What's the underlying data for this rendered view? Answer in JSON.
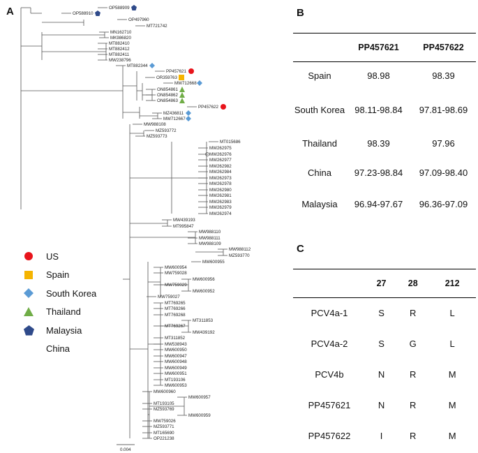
{
  "panels": {
    "a": "A",
    "b": "B",
    "c": "C"
  },
  "tree": {
    "scale_label": "0.004",
    "colors": {
      "US": "#e8141b",
      "Spain": "#f5b400",
      "South Korea": "#5b9bd5",
      "Thailand": "#70ad47",
      "Malaysia": "#2f4a8a"
    },
    "leaves": [
      {
        "name": "OP588909",
        "mark": "Malaysia"
      },
      {
        "name": "OP588910",
        "mark": "Malaysia"
      },
      {
        "name": "OP497960"
      },
      {
        "name": "MT721742"
      },
      {
        "name": "MN162710"
      },
      {
        "name": "MK986820"
      },
      {
        "name": "MT882410"
      },
      {
        "name": "MT882412"
      },
      {
        "name": "MT882411"
      },
      {
        "name": "MW238796"
      },
      {
        "name": "MT882344",
        "mark": "South Korea"
      },
      {
        "name": "PP457621",
        "mark": "US"
      },
      {
        "name": "OR359763",
        "mark": "Spain"
      },
      {
        "name": "MW712668",
        "mark": "South Korea"
      },
      {
        "name": "ON854861",
        "mark": "Thailand"
      },
      {
        "name": "ON854862",
        "mark": "Thailand"
      },
      {
        "name": "ON854863",
        "mark": "Thailand"
      },
      {
        "name": "PP457622",
        "mark": "US"
      },
      {
        "name": "MZ436811",
        "mark": "South Korea"
      },
      {
        "name": "MW712667",
        "mark": "South Korea"
      },
      {
        "name": "MW988108"
      },
      {
        "name": "MZ593772"
      },
      {
        "name": "MZ593773"
      },
      {
        "name": "MT015686"
      },
      {
        "name": "MW262975"
      },
      {
        "name": "MW262976"
      },
      {
        "name": "MW262977"
      },
      {
        "name": "MW262982"
      },
      {
        "name": "MW262984"
      },
      {
        "name": "MW262973"
      },
      {
        "name": "MW262978"
      },
      {
        "name": "MW262980"
      },
      {
        "name": "MW262981"
      },
      {
        "name": "MW262983"
      },
      {
        "name": "MW262979"
      },
      {
        "name": "MW262974"
      },
      {
        "name": "MW439193"
      },
      {
        "name": "MT995847"
      },
      {
        "name": "MW988110"
      },
      {
        "name": "MW988111"
      },
      {
        "name": "MW988109"
      },
      {
        "name": "MW988112"
      },
      {
        "name": "MZ593770"
      },
      {
        "name": "MW600955"
      },
      {
        "name": "MW600954"
      },
      {
        "name": "MW759028"
      },
      {
        "name": "MW600956"
      },
      {
        "name": "MW759029"
      },
      {
        "name": "MW600952"
      },
      {
        "name": "MW759027"
      },
      {
        "name": "MT769265"
      },
      {
        "name": "MT769266"
      },
      {
        "name": "MT769268"
      },
      {
        "name": "MT311853"
      },
      {
        "name": "MT769267"
      },
      {
        "name": "MW439192"
      },
      {
        "name": "MT311852"
      },
      {
        "name": "MW538943"
      },
      {
        "name": "MW600950"
      },
      {
        "name": "MW600947"
      },
      {
        "name": "MW600948"
      },
      {
        "name": "MW600949"
      },
      {
        "name": "MW600951"
      },
      {
        "name": "MT193106"
      },
      {
        "name": "MW600953"
      },
      {
        "name": "MW600960"
      },
      {
        "name": "MW600957"
      },
      {
        "name": "MT193105"
      },
      {
        "name": "MZ593769"
      },
      {
        "name": "MW600959"
      },
      {
        "name": "MW759026"
      },
      {
        "name": "MZ593771"
      },
      {
        "name": "MT165690"
      },
      {
        "name": "OP221238"
      }
    ]
  },
  "legend": [
    {
      "label": "US",
      "shape": "circle",
      "color": "#e8141b"
    },
    {
      "label": "Spain",
      "shape": "square",
      "color": "#f5b400"
    },
    {
      "label": "South Korea",
      "shape": "diamond",
      "color": "#5b9bd5"
    },
    {
      "label": "Thailand",
      "shape": "triangle",
      "color": "#70ad47"
    },
    {
      "label": "Malaysia",
      "shape": "pentagon",
      "color": "#2f4a8a"
    },
    {
      "label": "China",
      "shape": "none",
      "color": ""
    }
  ],
  "table_b": {
    "headers": [
      "",
      "PP457621",
      "PP457622"
    ],
    "rows": [
      {
        "region": "Spain",
        "v1": "98.98",
        "v2": "98.39"
      },
      {
        "region": "South Korea",
        "v1": "98.11-98.84",
        "v2": "97.81-98.69"
      },
      {
        "region": "Thailand",
        "v1": "98.39",
        "v2": "97.96"
      },
      {
        "region": "China",
        "v1": "97.23-98.84",
        "v2": "97.09-98.40"
      },
      {
        "region": "Malaysia",
        "v1": "96.94-97.67",
        "v2": "96.36-97.09"
      }
    ]
  },
  "table_c": {
    "headers": [
      "",
      "27",
      "28",
      "212"
    ],
    "rows": [
      {
        "strain": "PCV4a-1",
        "p27": "S",
        "p28": "R",
        "p212": "L"
      },
      {
        "strain": "PCV4a-2",
        "p27": "S",
        "p28": "G",
        "p212": "L"
      },
      {
        "strain": "PCV4b",
        "p27": "N",
        "p28": "R",
        "p212": "M"
      },
      {
        "strain": "PP457621",
        "p27": "N",
        "p28": "R",
        "p212": "M"
      },
      {
        "strain": "PP457622",
        "p27": "I",
        "p28": "R",
        "p212": "M"
      }
    ]
  }
}
